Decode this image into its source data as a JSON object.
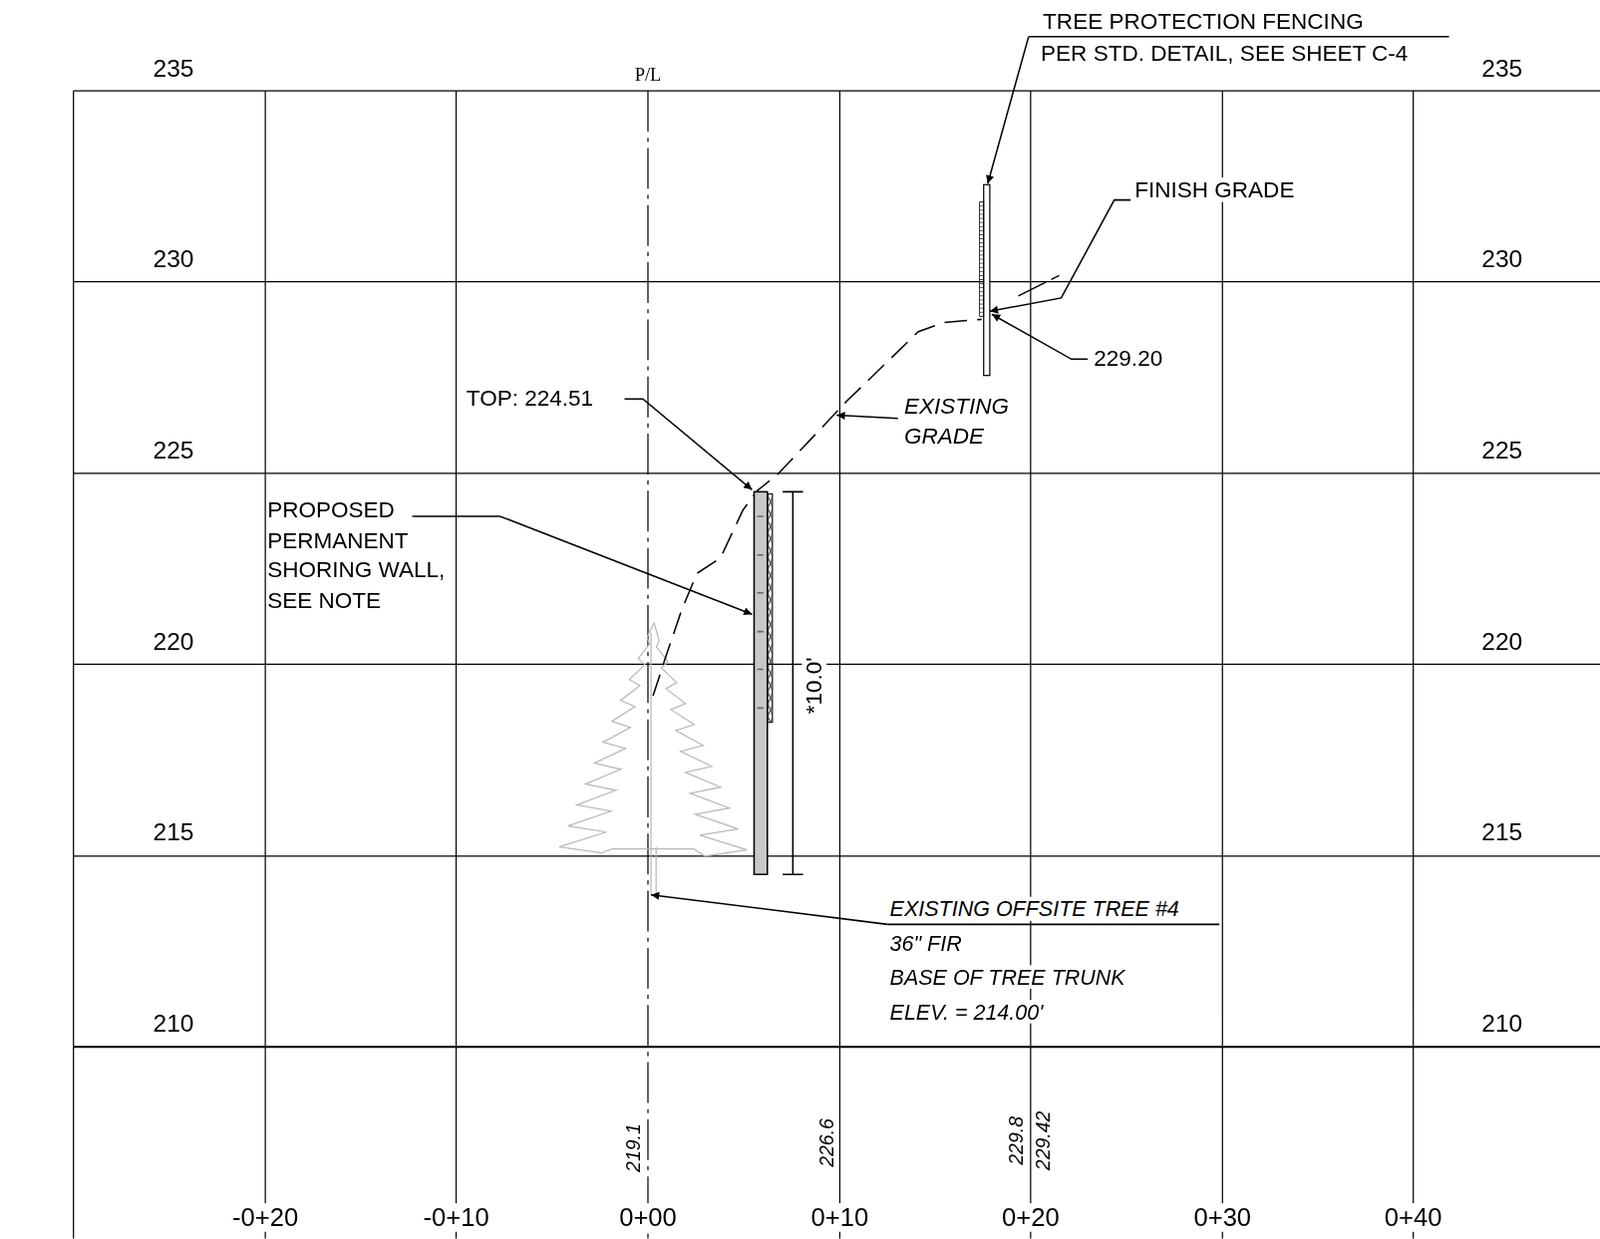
{
  "diagram": {
    "labels": [
      "235",
      "235",
      "230",
      "230",
      "225",
      "225",
      "220",
      "220",
      "215",
      "215",
      "210",
      "210",
      "P/L",
      "TREE PROTECTION FENCING",
      "PER STD. DETAIL, SEE SHEET C-4",
      "FINISH GRADE",
      "229.20",
      "TOP: 224.51",
      "EXISTING GRADE",
      "PROPOSED PERMANENT SHORING WALL, SEE NOTE",
      "*10.0'",
      "EXISTING OFFSITE TREE #4",
      "36\" FIR",
      "BASE OF TREE TRUNK",
      "ELEV. = 214.00'",
      "219.1",
      "226.6",
      "229.8",
      "229.42",
      "-0+20",
      "-0+10",
      "0+00",
      "0+10",
      "0+20",
      "0+30",
      "0+40"
    ]
  }
}
